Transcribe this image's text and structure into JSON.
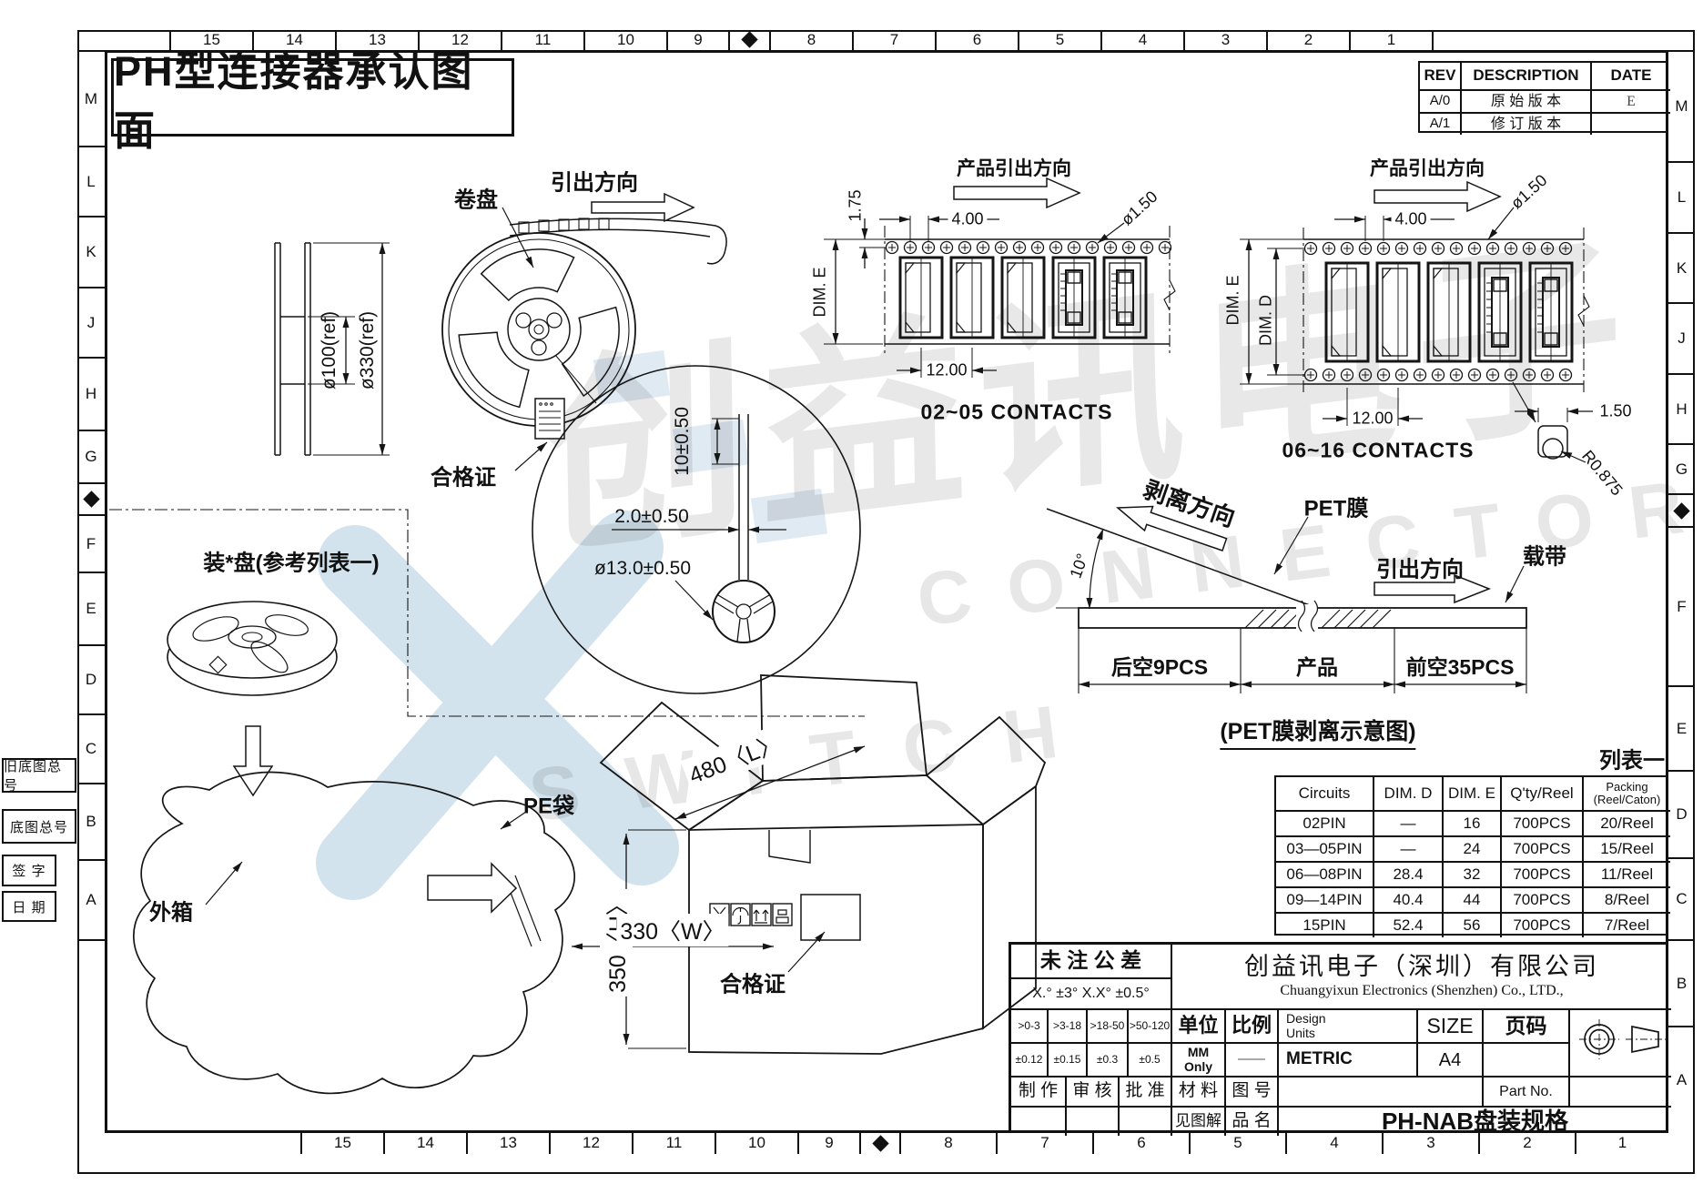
{
  "sheet_title": "PH型连接器承认图面",
  "border": {
    "numbers": [
      "15",
      "14",
      "13",
      "12",
      "11",
      "10",
      "9",
      "8",
      "7",
      "6",
      "5",
      "4",
      "3",
      "2",
      "1"
    ],
    "letters": [
      "M",
      "L",
      "K",
      "J",
      "H",
      "G",
      "F",
      "E",
      "D",
      "C",
      "B",
      "A"
    ]
  },
  "rev_table": {
    "headers": [
      "REV",
      "DESCRIPTION",
      "DATE"
    ],
    "rows": [
      {
        "rev": "A/0",
        "desc": "原 始 版 本",
        "date": "E"
      },
      {
        "rev": "A/1",
        "desc": "修 订 版 本",
        "date": ""
      }
    ]
  },
  "reel": {
    "label": "卷盘",
    "pullout": "引出方向",
    "cert": "合格证",
    "dim_hub": "ø100(ref)",
    "dim_flange": "ø330(ref)"
  },
  "tape_small": {
    "title": "产品引出方向",
    "dim_edge": "1.75",
    "dim_hole_pitch": "4.00",
    "dim_hole": "ø1.50",
    "dim_e": "DIM. E",
    "dim_pitch": "12.00",
    "caption": "02~05 CONTACTS"
  },
  "tape_large": {
    "title": "产品引出方向",
    "dim_hole_pitch": "4.00",
    "dim_hole": "ø1.50",
    "dim_e": "DIM. E",
    "dim_d": "DIM. D",
    "dim_pitch": "12.00",
    "caption": "06~16 CONTACTS",
    "hole_width": "1.50",
    "hole_radius": "R0.875"
  },
  "pet": {
    "peel": "剥离方向",
    "angle": "10°",
    "film": "PET膜",
    "pullout": "引出方向",
    "carrier": "载带",
    "seg_back": "后空9PCS",
    "seg_product": "产品",
    "seg_front": "前空35PCS",
    "caption": "(PET膜剥离示意图)"
  },
  "hub_detail": {
    "slot_width": "2.0±0.50",
    "slot_length": "10±0.50",
    "hub_dia": "ø13.0±0.50"
  },
  "packing": {
    "reel_note": "装*盘(参考列表一)",
    "pe_bag": "PE袋",
    "outer_box": "外箱",
    "cert": "合格证",
    "dim_l": "480〈L〉",
    "dim_h": "350〈H〉",
    "dim_w": "330〈W〉"
  },
  "list_table": {
    "title": "列表一",
    "headers": [
      "Circuits",
      "DIM. D",
      "DIM. E",
      "Q'ty/Reel"
    ],
    "header_packing_line1": "Packing",
    "header_packing_line2": "(Reel/Caton)",
    "rows": [
      [
        "02PIN",
        "—",
        "16",
        "700PCS",
        "20/Reel"
      ],
      [
        "03—05PIN",
        "—",
        "24",
        "700PCS",
        "15/Reel"
      ],
      [
        "06—08PIN",
        "28.4",
        "32",
        "700PCS",
        "11/Reel"
      ],
      [
        "09—14PIN",
        "40.4",
        "44",
        "700PCS",
        "8/Reel"
      ],
      [
        "15PIN",
        "52.4",
        "56",
        "700PCS",
        "7/Reel"
      ]
    ]
  },
  "title_block": {
    "tol_title": "未 注 公 差",
    "tol_angle": "X.° ±3°  X.X° ±0.5°",
    "company_cn": "创益讯电子（深圳）有限公司",
    "company_en": "Chuangyixun Electronics (Shenzhen) Co., LTD.,",
    "ranges": [
      ">0-3",
      ">3-18",
      ">18-50",
      ">50-120"
    ],
    "tolerances": [
      "±0.12",
      "±0.15",
      "±0.3",
      "±0.5"
    ],
    "unit_label": "单位",
    "unit_value": "MM Only",
    "scale_label": "比例",
    "scale_value": "——",
    "design_label_1": "Design",
    "design_label_2": "Units",
    "design_value": "METRIC",
    "size_label": "SIZE",
    "size_value": "A4",
    "page_label": "页码",
    "maker": "制 作",
    "checker": "审 核",
    "approver": "批 准",
    "material": "材 料",
    "drawing_no": "图 号",
    "material_value": "见图解",
    "name_label": "品 名",
    "part_no_label": "Part No.",
    "product_name": "PH-NAB盘装规格"
  },
  "margin_boxes": {
    "old_master": "旧底图总号",
    "master": "底图总号",
    "signature": "签 字",
    "date": "日 期"
  },
  "watermark": {
    "cn": "创益讯电子",
    "en_row1": "CONNECTOR",
    "en_row2": "SWITCH"
  }
}
